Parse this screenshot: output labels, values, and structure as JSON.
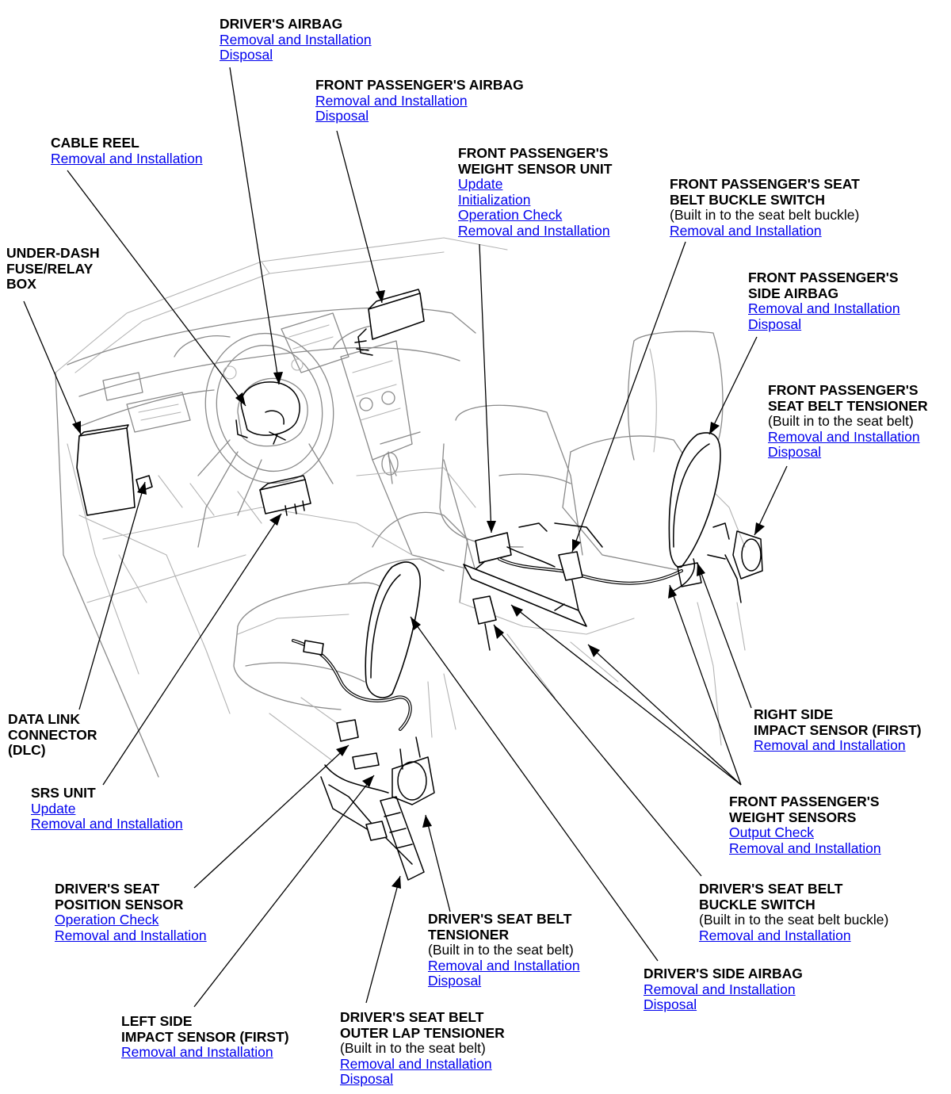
{
  "callouts": [
    {
      "id": "drivers-airbag",
      "title": [
        "DRIVER'S AIRBAG"
      ],
      "note": "",
      "links": [
        "Removal and Installation",
        "Disposal"
      ]
    },
    {
      "id": "front-passengers-airbag",
      "title": [
        "FRONT PASSENGER'S AIRBAG"
      ],
      "note": "",
      "links": [
        "Removal and Installation",
        "Disposal"
      ]
    },
    {
      "id": "cable-reel",
      "title": [
        "CABLE REEL"
      ],
      "note": "",
      "links": [
        "Removal and Installation"
      ]
    },
    {
      "id": "front-passengers-weight-sensor-unit",
      "title": [
        "FRONT PASSENGER'S",
        "WEIGHT SENSOR UNIT"
      ],
      "note": "",
      "links": [
        "Update",
        "Initialization",
        "Operation Check",
        "Removal and Installation"
      ]
    },
    {
      "id": "front-passengers-seat-belt-buckle-switch",
      "title": [
        "FRONT PASSENGER'S SEAT",
        "BELT BUCKLE SWITCH"
      ],
      "note": "(Built in to the seat belt buckle)",
      "links": [
        "Removal and Installation"
      ]
    },
    {
      "id": "under-dash-fuse-relay-box",
      "title": [
        "UNDER-DASH",
        "FUSE/RELAY",
        "BOX"
      ],
      "note": "",
      "links": []
    },
    {
      "id": "front-passengers-side-airbag",
      "title": [
        "FRONT PASSENGER'S",
        "SIDE AIRBAG"
      ],
      "note": "",
      "links": [
        "Removal and Installation",
        "Disposal"
      ]
    },
    {
      "id": "front-passengers-seat-belt-tensioner",
      "title": [
        "FRONT PASSENGER'S",
        "SEAT BELT TENSIONER"
      ],
      "note": "(Built in to the seat belt)",
      "links": [
        "Removal and Installation",
        "Disposal"
      ]
    },
    {
      "id": "data-link-connector",
      "title": [
        "DATA LINK",
        "CONNECTOR",
        "(DLC)"
      ],
      "note": "",
      "links": []
    },
    {
      "id": "right-side-impact-sensor",
      "title": [
        "RIGHT SIDE",
        "IMPACT SENSOR (FIRST)"
      ],
      "note": "",
      "links": [
        "Removal and Installation"
      ]
    },
    {
      "id": "srs-unit",
      "title": [
        "SRS UNIT"
      ],
      "note": "",
      "links": [
        "Update",
        "Removal and Installation"
      ]
    },
    {
      "id": "front-passengers-weight-sensors",
      "title": [
        "FRONT PASSENGER'S",
        "WEIGHT SENSORS"
      ],
      "note": "",
      "links": [
        "Output Check",
        "Removal and Installation"
      ]
    },
    {
      "id": "drivers-seat-position-sensor",
      "title": [
        "DRIVER'S SEAT",
        "POSITION SENSOR"
      ],
      "note": "",
      "links": [
        "Operation Check",
        "Removal and Installation"
      ]
    },
    {
      "id": "drivers-seat-belt-buckle-switch",
      "title": [
        "DRIVER'S SEAT BELT",
        "BUCKLE SWITCH"
      ],
      "note": "(Built in to the seat belt buckle)",
      "links": [
        "Removal and Installation"
      ]
    },
    {
      "id": "drivers-seat-belt-tensioner",
      "title": [
        "DRIVER'S SEAT BELT",
        "TENSIONER"
      ],
      "note": "(Built in to the seat belt)",
      "links": [
        "Removal and Installation",
        "Disposal"
      ]
    },
    {
      "id": "drivers-side-airbag",
      "title": [
        "DRIVER'S SIDE AIRBAG"
      ],
      "note": "",
      "links": [
        "Removal and Installation",
        "Disposal"
      ]
    },
    {
      "id": "left-side-impact-sensor",
      "title": [
        "LEFT SIDE",
        "IMPACT SENSOR (FIRST)"
      ],
      "note": "",
      "links": [
        "Removal and Installation"
      ]
    },
    {
      "id": "drivers-seat-belt-outer-lap-tensioner",
      "title": [
        "DRIVER'S SEAT BELT",
        "OUTER LAP TENSIONER"
      ],
      "note": "(Built in to the seat belt)",
      "links": [
        "Removal and Installation",
        "Disposal"
      ]
    }
  ]
}
